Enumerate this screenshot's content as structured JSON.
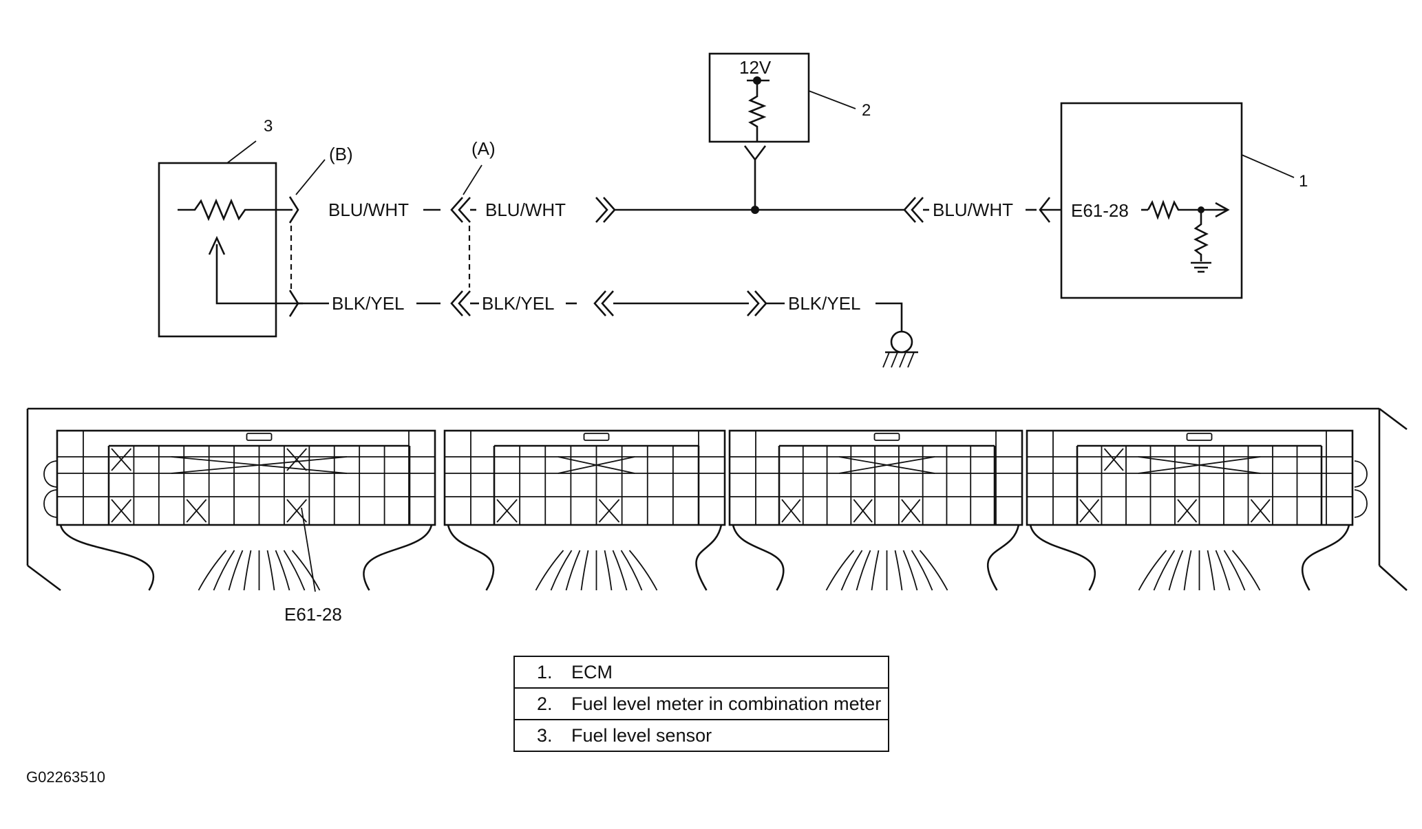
{
  "labels": {
    "supply_voltage": "12V",
    "connector_a": "(A)",
    "connector_b": "(B)",
    "wire_signal": "BLU/WHT",
    "wire_ground": "BLK/YEL",
    "ecm_terminal": "E61-28",
    "ref_1": "1",
    "ref_2": "2",
    "ref_3": "3",
    "terminal_callout": "E61-28"
  },
  "legend": [
    {
      "num": "1.",
      "text": "ECM"
    },
    {
      "num": "2.",
      "text": "Fuel level meter in combination meter"
    },
    {
      "num": "3.",
      "text": "Fuel level sensor"
    }
  ],
  "figure_code": "G02263510"
}
